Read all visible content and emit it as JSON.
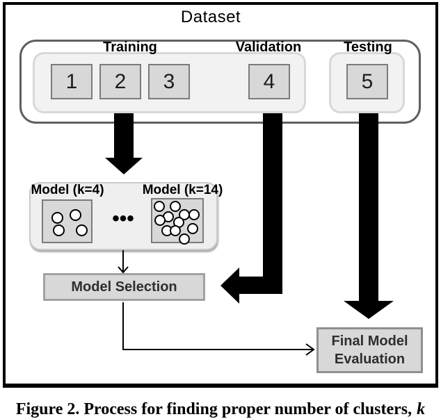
{
  "colors": {
    "frame": "#000000",
    "outer_border": "#5f5f5f",
    "group_fill": "#f2f2f2",
    "group_border": "#d8d8d8",
    "box_fill": "#d8d8d8",
    "box_border": "#7b7b7b",
    "arrow": "#000000",
    "text": "#000000"
  },
  "dataset": {
    "title": "Dataset",
    "partitions": [
      {
        "label": "Training",
        "blocks": [
          "1",
          "2",
          "3"
        ]
      },
      {
        "label": "Validation",
        "blocks": [
          "4"
        ]
      },
      {
        "label": "Testing",
        "blocks": [
          "5"
        ]
      }
    ]
  },
  "models": {
    "left_label": "Model (k=4)",
    "right_label": "Model (k=14)",
    "dots": "•••",
    "k4_circles": [
      [
        12,
        16
      ],
      [
        38,
        12
      ],
      [
        14,
        34
      ],
      [
        47,
        34
      ]
    ],
    "k14_circles": [
      [
        2,
        2
      ],
      [
        25,
        2
      ],
      [
        15,
        17
      ],
      [
        38,
        14
      ],
      [
        52,
        14
      ],
      [
        3,
        22
      ],
      [
        30,
        25
      ],
      [
        13,
        37
      ],
      [
        25,
        37
      ],
      [
        50,
        34
      ],
      [
        38,
        49
      ]
    ]
  },
  "model_selection": {
    "label": "Model Selection"
  },
  "final_evaluation": {
    "line1": "Final Model",
    "line2": "Evaluation"
  },
  "caption": {
    "text": "Figure 2. Process for finding proper number of clusters,",
    "k_label": "k"
  }
}
